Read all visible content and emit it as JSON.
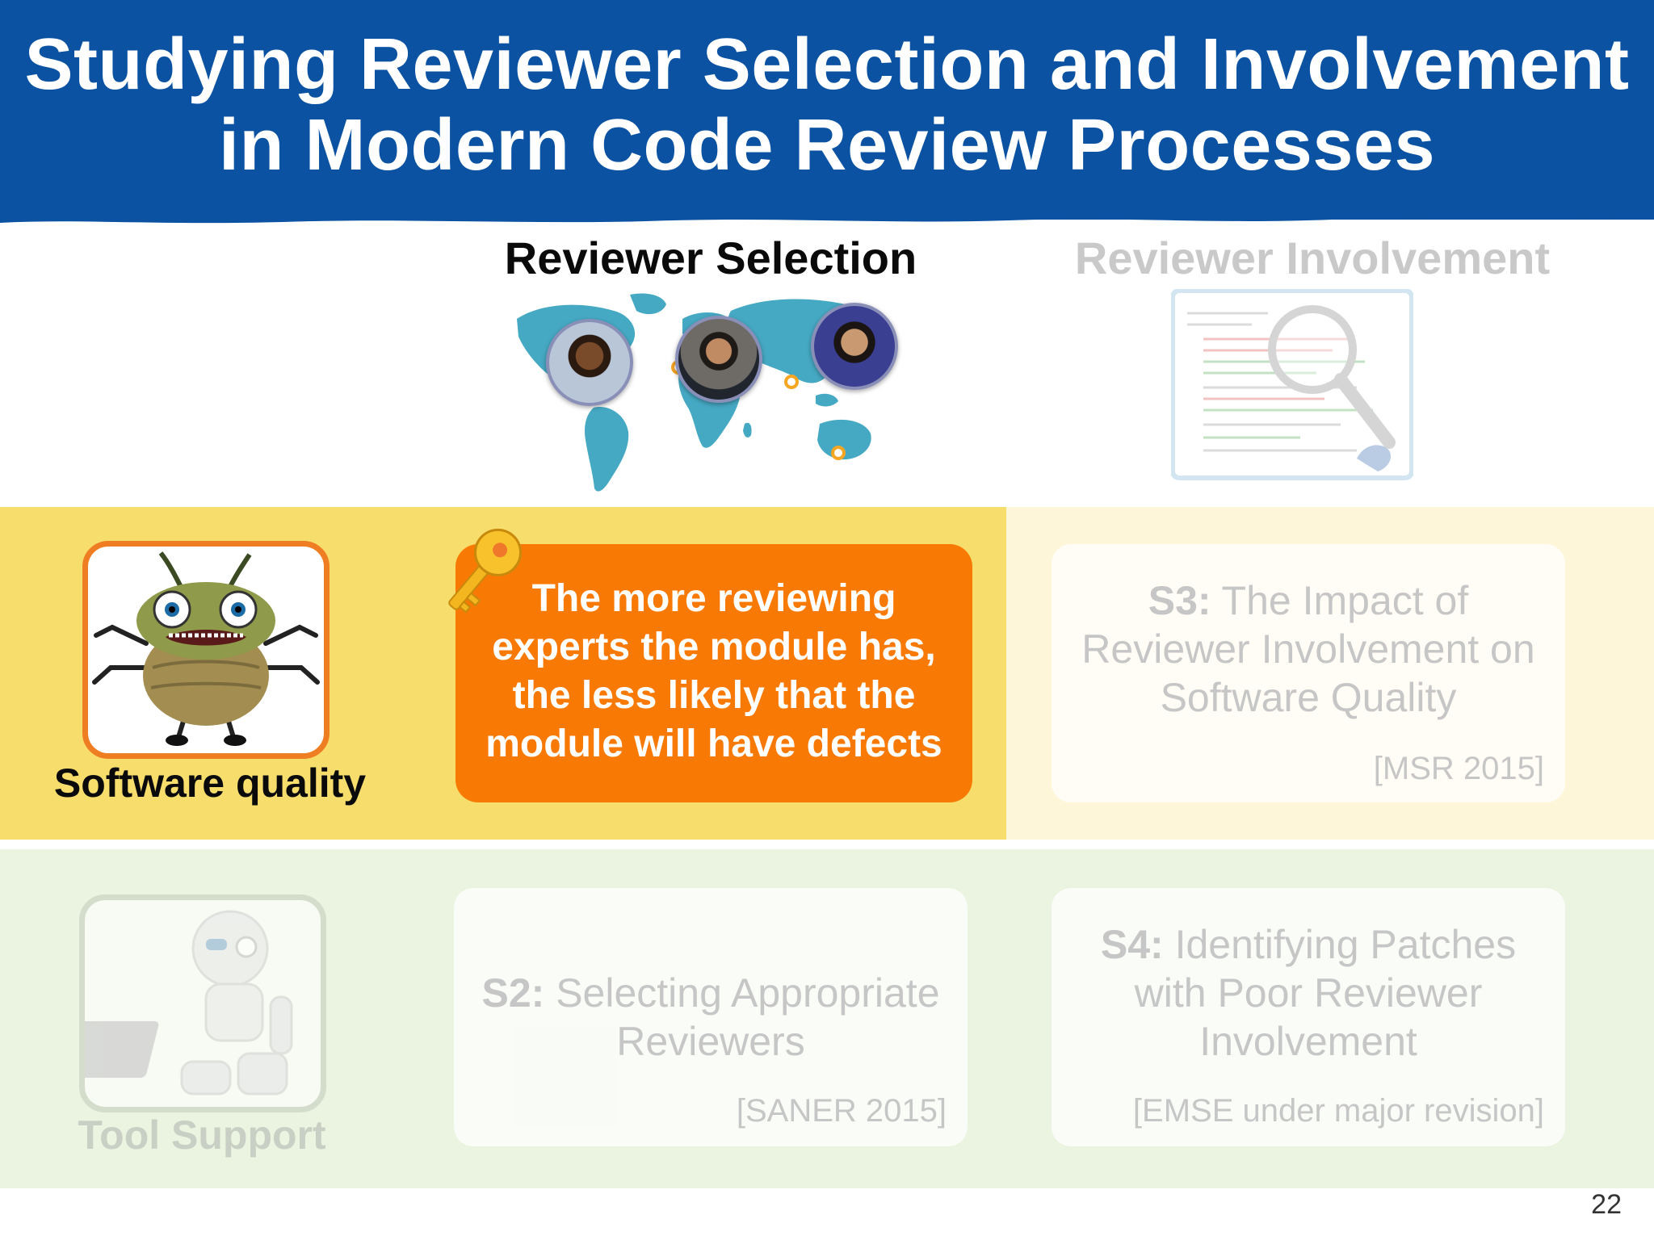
{
  "header": {
    "title": "Studying Reviewer Selection and Involvement\nin Modern Code Review Processes",
    "background_color": "#0b52a3"
  },
  "columns": {
    "selection_heading": "Reviewer Selection",
    "involvement_heading": "Reviewer Involvement"
  },
  "rows": {
    "quality_label": "Software quality",
    "tool_label": "Tool Support"
  },
  "finding": {
    "text": "The more reviewing\nexperts the module has,\nthe less likely that the\nmodule will have defects",
    "color": "#f87a05"
  },
  "cards": {
    "s3": {
      "id": "S3:",
      "title": " The Impact of\nReviewer Involvement on\nSoftware Quality",
      "ref": "[MSR 2015]"
    },
    "s2": {
      "id": "S2:",
      "title": " Selecting Appropriate\nReviewers",
      "ref": "[SANER 2015]"
    },
    "s4": {
      "id": "S4:",
      "title": " Identifying Patches\nwith Poor Reviewer\nInvolvement",
      "ref": "[EMSE under major revision]"
    }
  },
  "icons": {
    "map": "world-map-icon",
    "avatars": [
      "avatar-reviewer-1",
      "avatar-reviewer-2",
      "avatar-reviewer-3"
    ],
    "key": "key-icon",
    "bug": "bug-mascot-icon",
    "robot": "robot-icon",
    "magnifier": "magnifier-code-icon"
  },
  "page_number": "22"
}
